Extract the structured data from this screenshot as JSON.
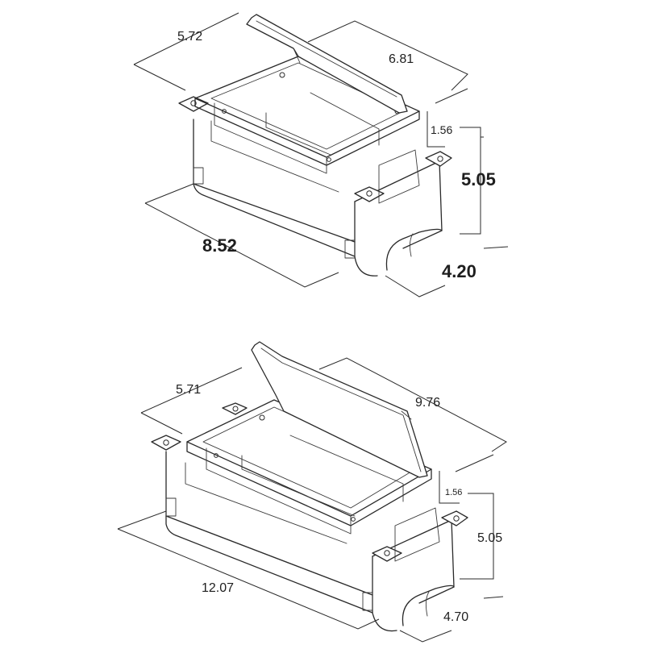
{
  "diagrams": [
    {
      "dimensions": {
        "top_width": "5.72",
        "top_length": "6.81",
        "lid_depth": "1.56",
        "height": "5.05",
        "bottom_length": "8.52",
        "bottom_width": "4.20"
      }
    },
    {
      "dimensions": {
        "top_width": "5.71",
        "top_length": "9.76",
        "lid_depth": "1.56",
        "height": "5.05",
        "bottom_length": "12.07",
        "bottom_width": "4.70"
      }
    }
  ],
  "colors": {
    "line": "#2a2a2a",
    "text": "#1e1e1e",
    "background": "#ffffff"
  }
}
